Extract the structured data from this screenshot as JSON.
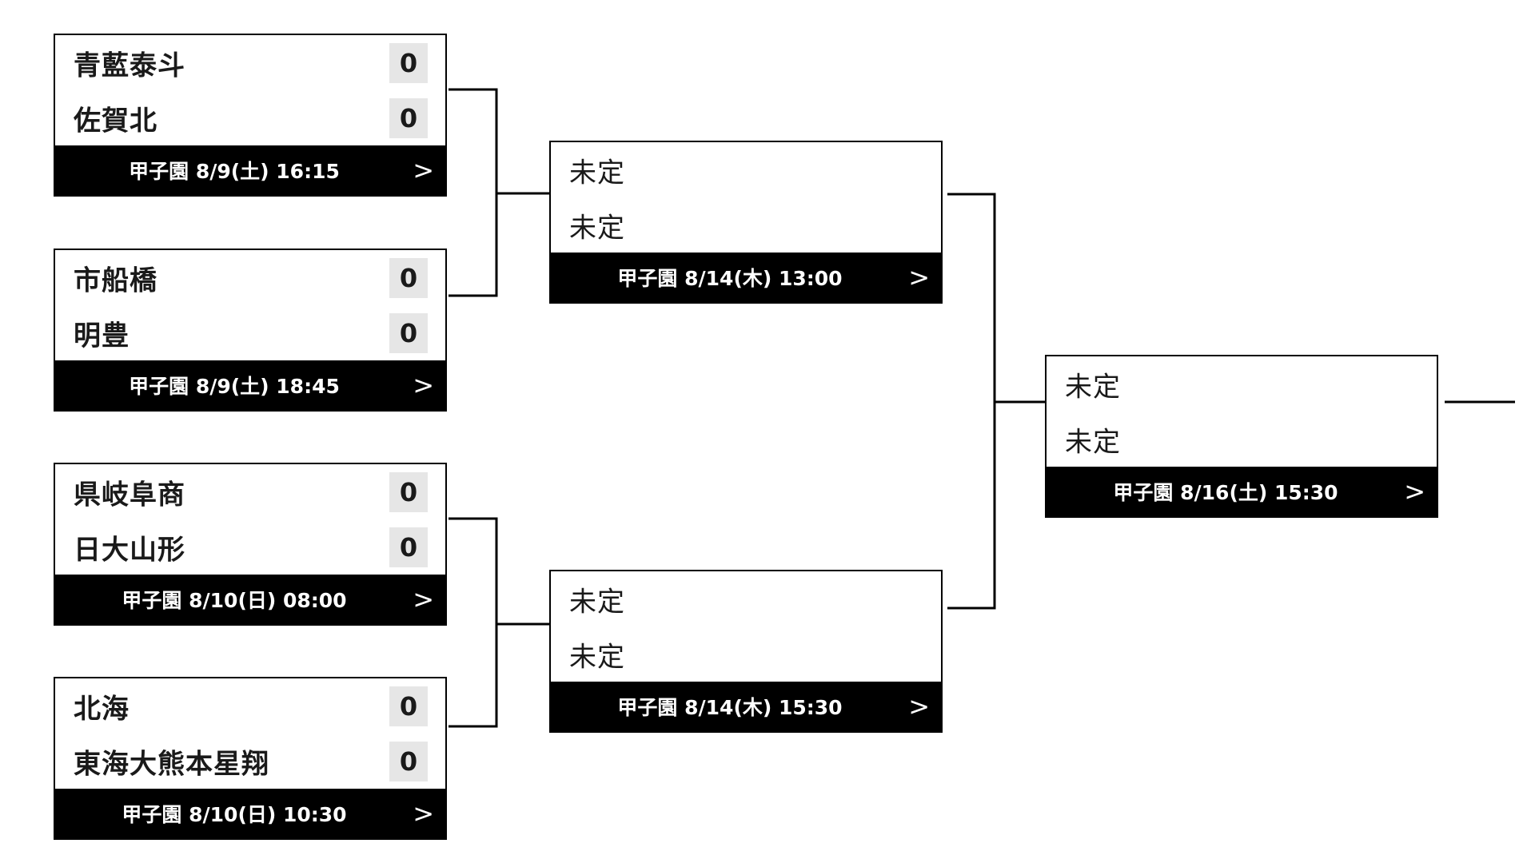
{
  "bracket": {
    "round1": [
      {
        "teams": [
          {
            "name": "青藍泰斗",
            "score": "0"
          },
          {
            "name": "佐賀北",
            "score": "0"
          }
        ],
        "info": "甲子園 8/9(土) 16:15",
        "link": ">"
      },
      {
        "teams": [
          {
            "name": "市船橋",
            "score": "0"
          },
          {
            "name": "明豊",
            "score": "0"
          }
        ],
        "info": "甲子園 8/9(土) 18:45",
        "link": ">"
      },
      {
        "teams": [
          {
            "name": "県岐阜商",
            "score": "0"
          },
          {
            "name": "日大山形",
            "score": "0"
          }
        ],
        "info": "甲子園 8/10(日) 08:00",
        "link": ">"
      },
      {
        "teams": [
          {
            "name": "北海",
            "score": "0"
          },
          {
            "name": "東海大熊本星翔",
            "score": "0"
          }
        ],
        "info": "甲子園 8/10(日) 10:30",
        "link": ">"
      }
    ],
    "round2": [
      {
        "teams": [
          {
            "name": "未定"
          },
          {
            "name": "未定"
          }
        ],
        "info": "甲子園 8/14(木) 13:00",
        "link": ">"
      },
      {
        "teams": [
          {
            "name": "未定"
          },
          {
            "name": "未定"
          }
        ],
        "info": "甲子園 8/14(木) 15:30",
        "link": ">"
      }
    ],
    "round3": [
      {
        "teams": [
          {
            "name": "未定"
          },
          {
            "name": "未定"
          }
        ],
        "info": "甲子園 8/16(土) 15:30",
        "link": ">"
      }
    ]
  }
}
